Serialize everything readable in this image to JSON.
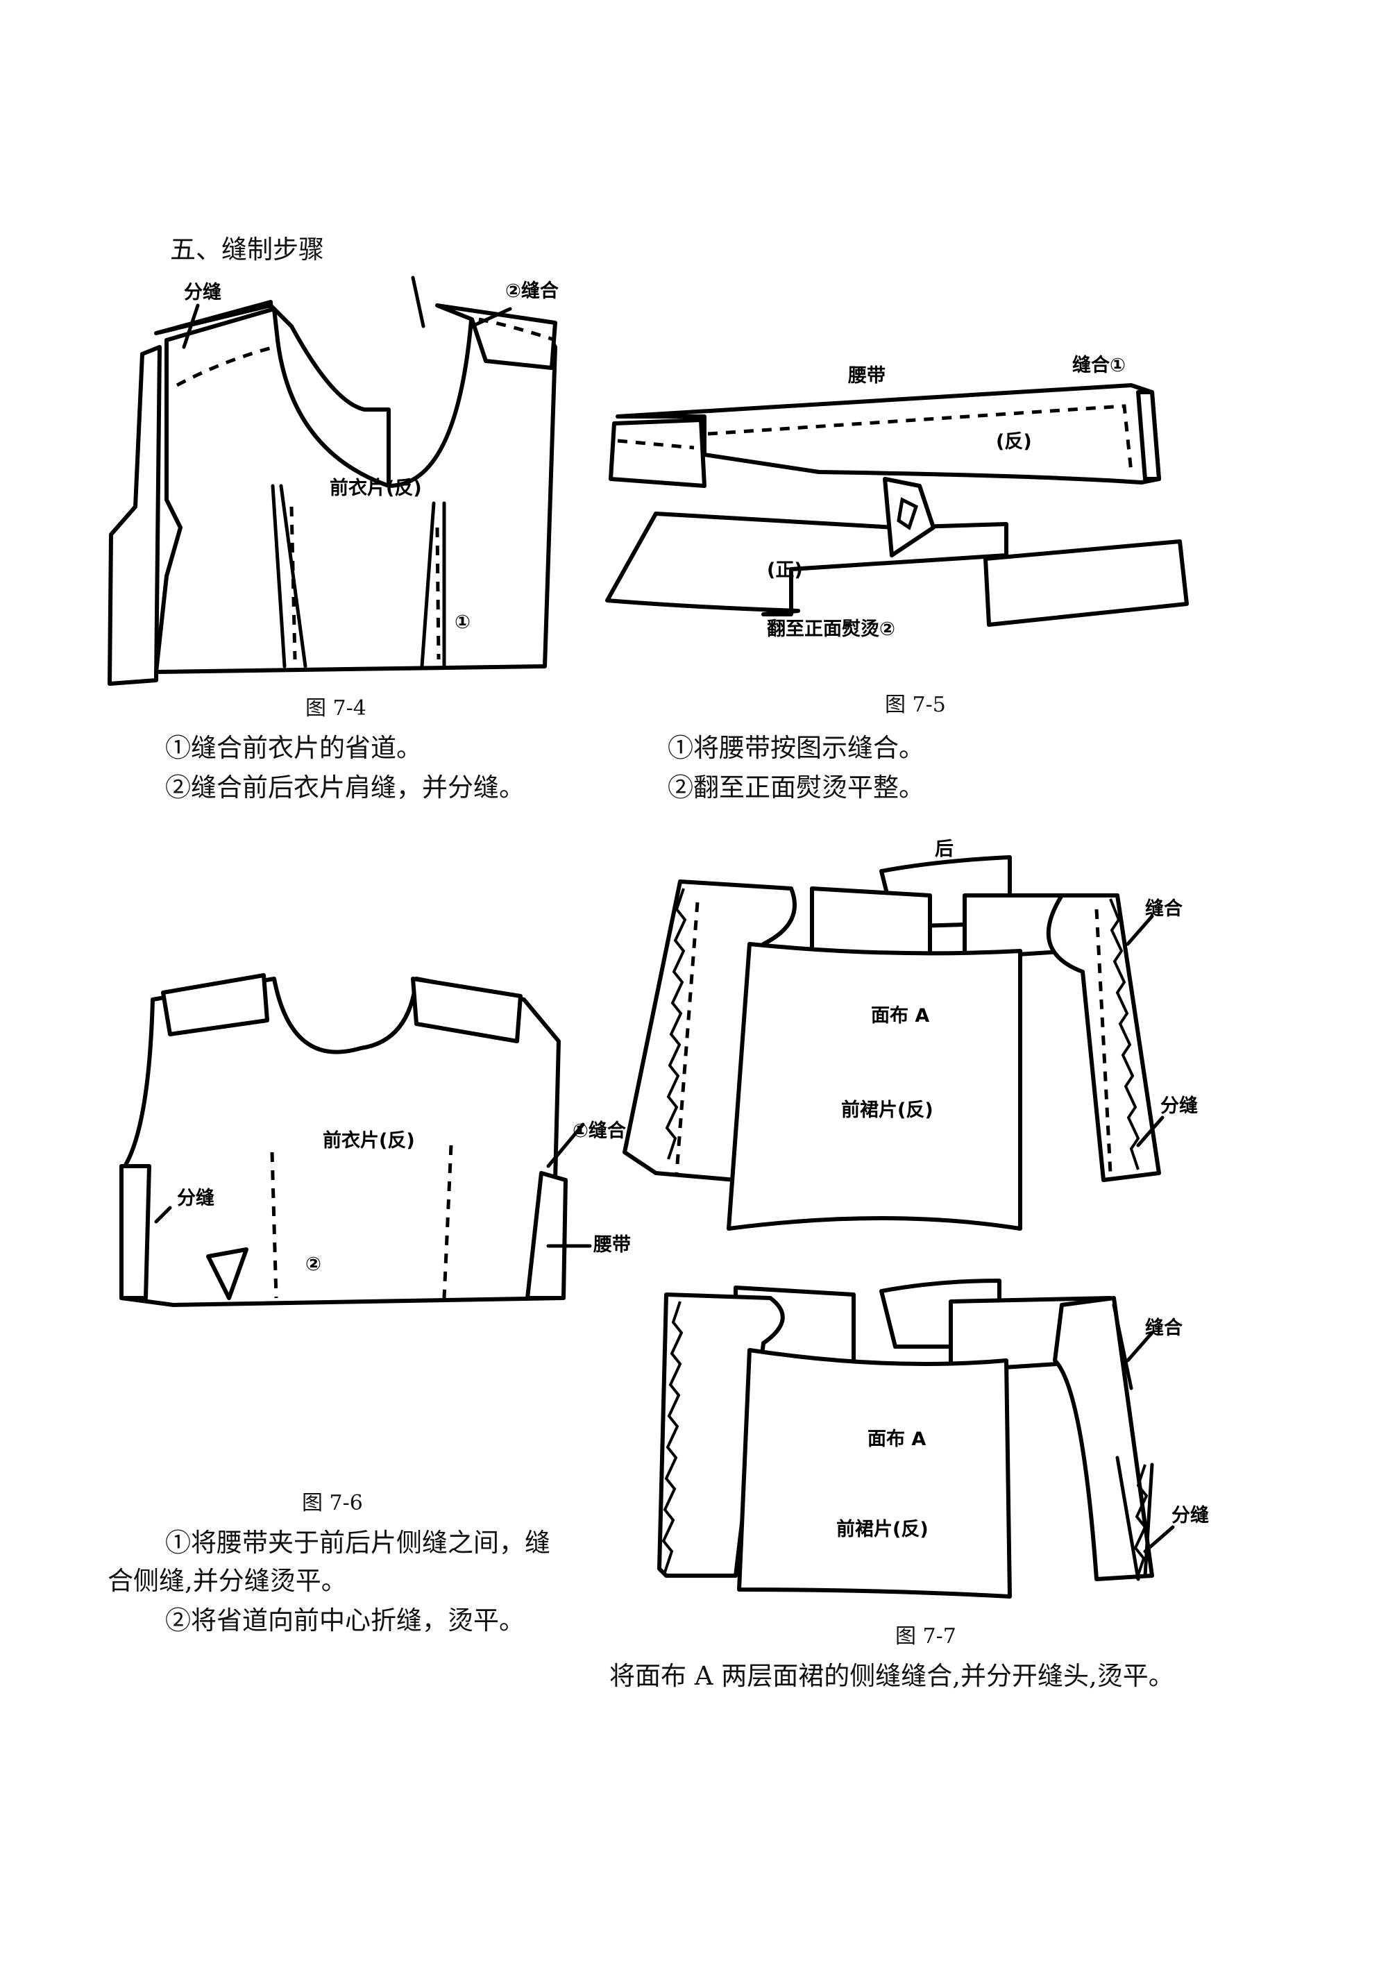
{
  "section_heading": "五、缝制步骤",
  "fig74": {
    "caption": "图 7-4",
    "labels": {
      "split_seam": "分缝",
      "sew2": "②缝合",
      "front_piece": "前衣片(反)",
      "marker1": "①"
    },
    "steps": [
      "①缝合前衣片的省道。",
      "②缝合前后衣片肩缝，并分缝。"
    ]
  },
  "fig75": {
    "caption": "图 7-5",
    "labels": {
      "belt": "腰带",
      "sew1": "缝合①",
      "reverse": "(反)",
      "front": "(正)",
      "turn_iron": "翻至正面熨烫②"
    },
    "steps": [
      "①将腰带按图示缝合。",
      "②翻至正面熨烫平整。"
    ]
  },
  "fig76": {
    "caption": "图 7-6",
    "labels": {
      "front_piece": "前衣片(反)",
      "sew1": "①缝合",
      "split_seam": "分缝",
      "belt": "腰带",
      "marker2": "②"
    },
    "steps": [
      "①将腰带夹于前后片侧缝之间，缝",
      "合侧缝,并分缝烫平。",
      "②将省道向前中心折缝，烫平。"
    ]
  },
  "fig77": {
    "caption": "图 7-7",
    "top_labels": {
      "back": "后",
      "sew": "缝合",
      "fabric_a": "面布 A",
      "front_skirt": "前裙片(反)",
      "split_seam": "分缝"
    },
    "bottom_labels": {
      "sew": "缝合",
      "fabric_a": "面布 A",
      "front_skirt": "前裙片(反)",
      "split_seam": "分缝"
    },
    "steps": [
      "将面布 A 两层面裙的侧缝缝合,并分开缝头,烫平。"
    ]
  }
}
